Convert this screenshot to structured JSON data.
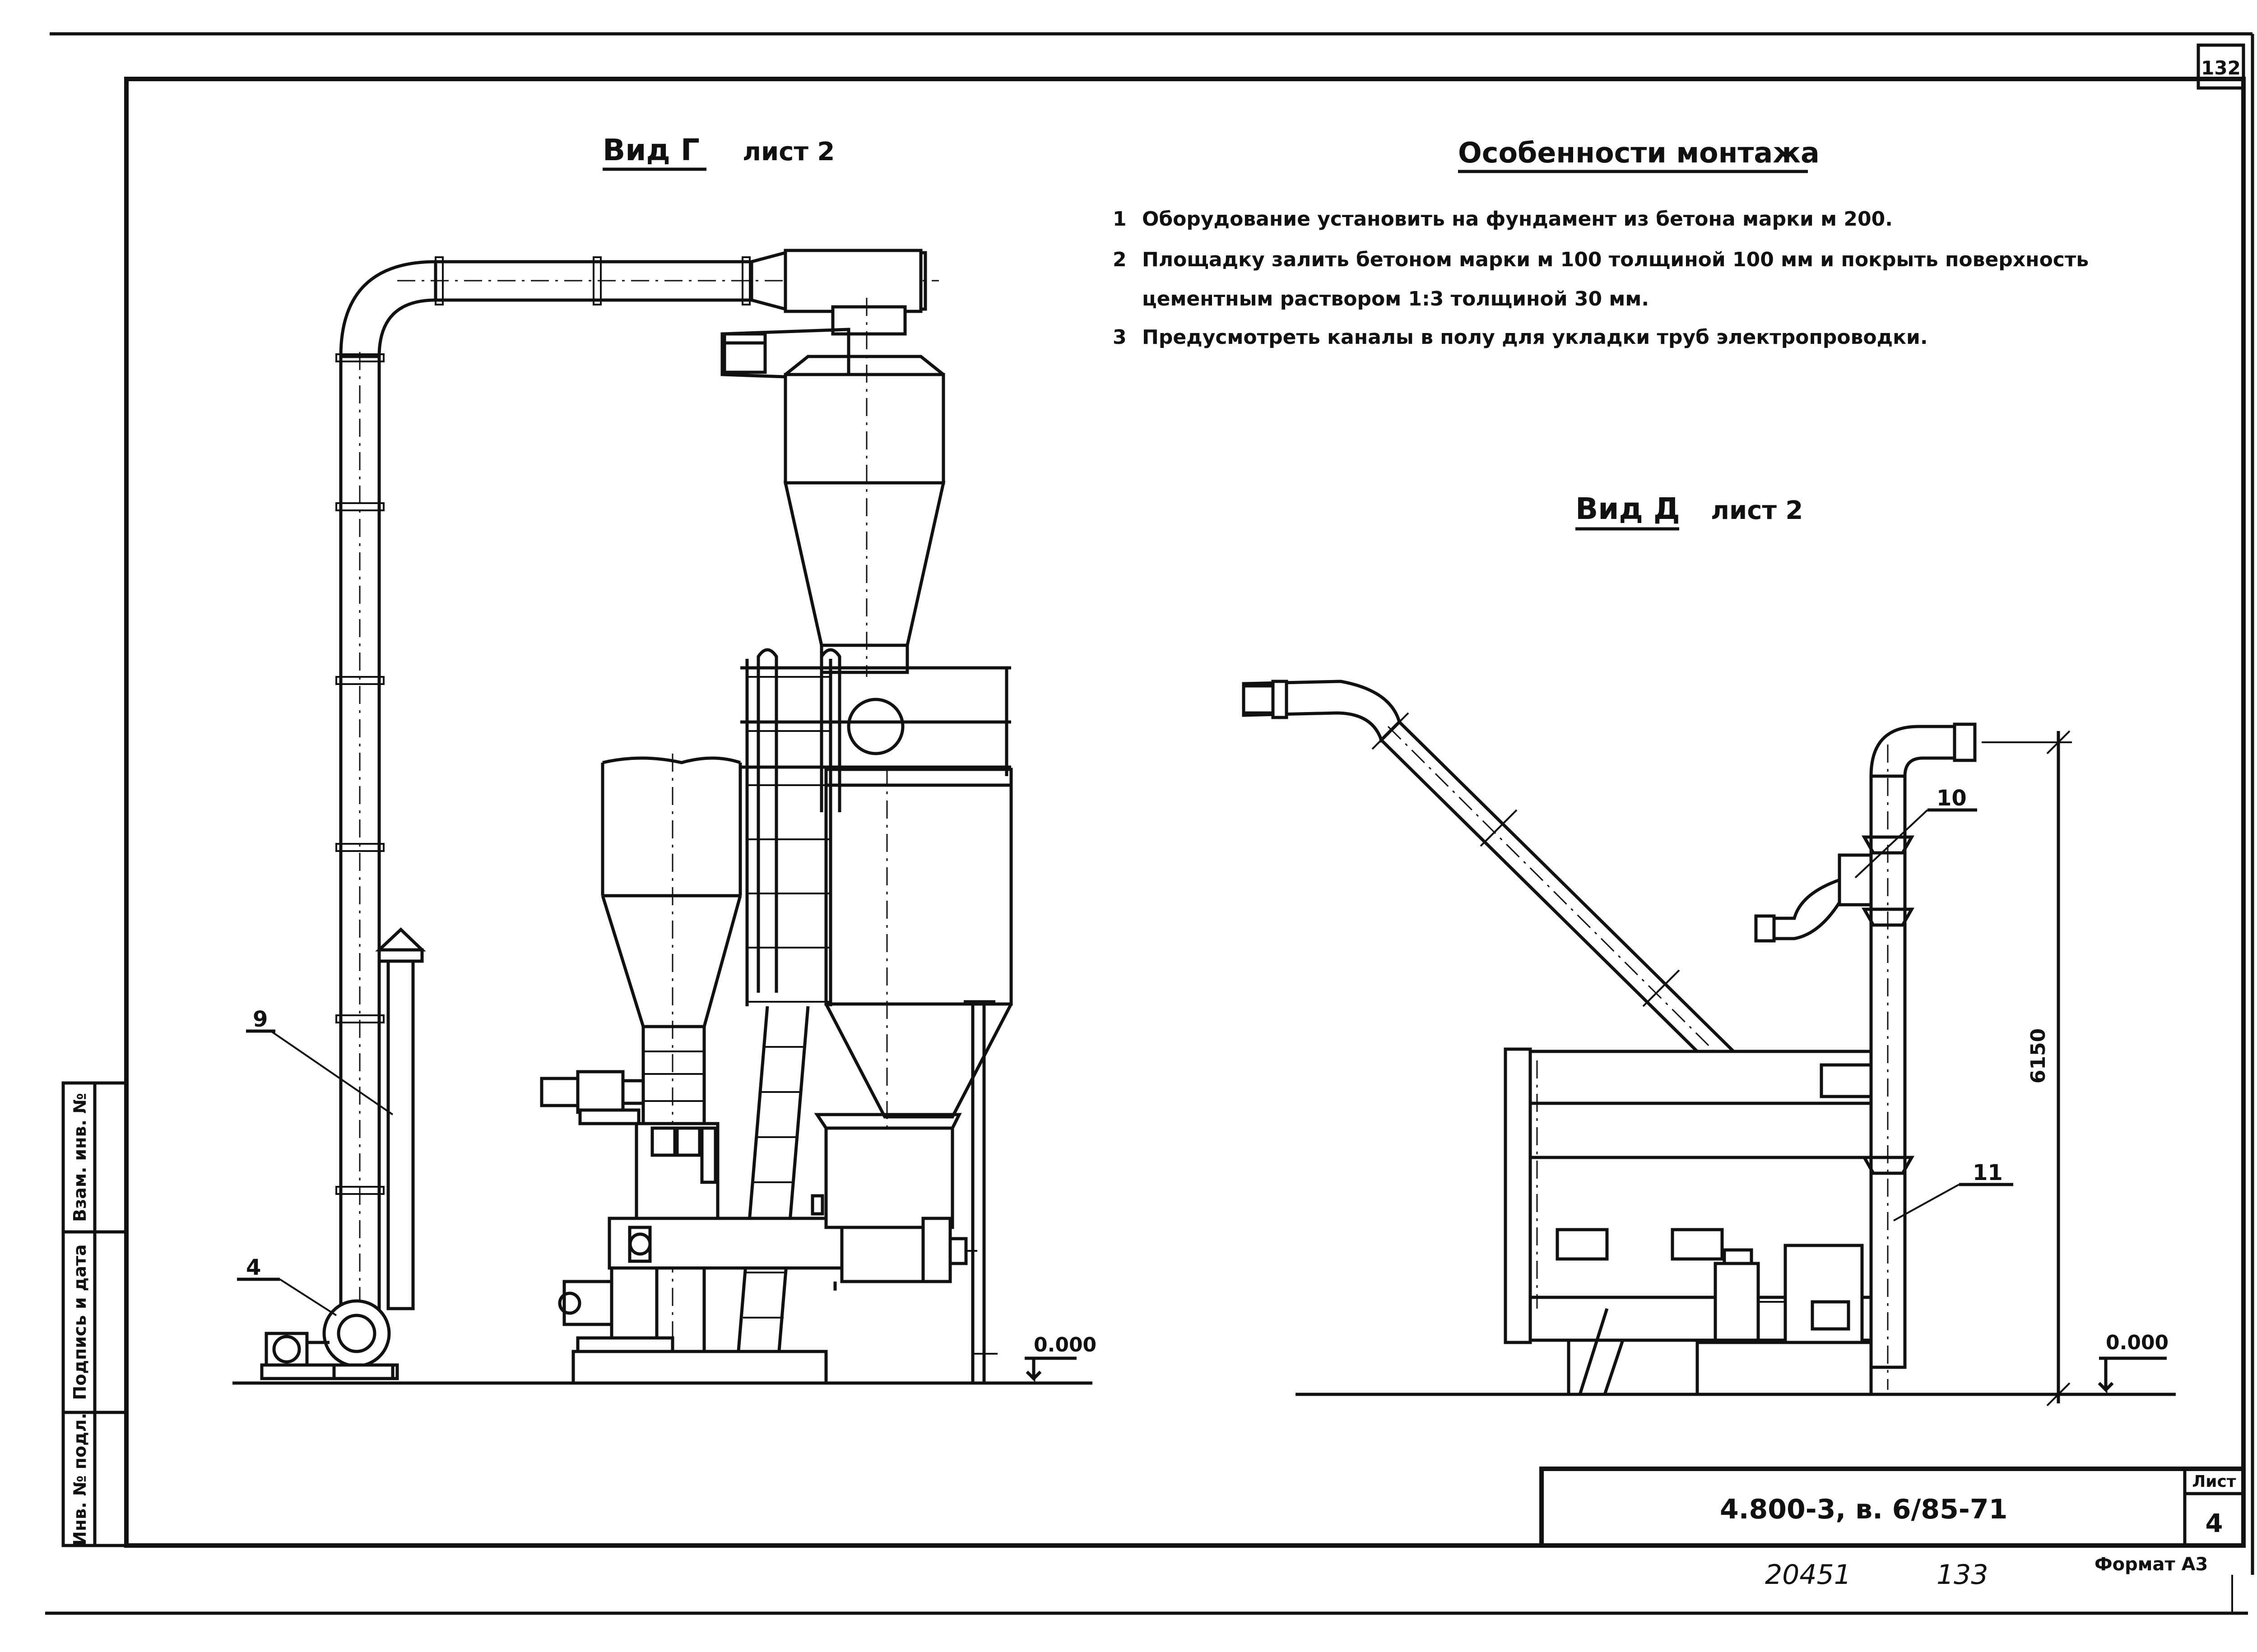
{
  "sheet_number": "132",
  "view_g": {
    "title": "Вид Г",
    "ref": "лист 2"
  },
  "view_d": {
    "title": "Вид Д",
    "ref": "лист 2"
  },
  "notes": {
    "title": "Особенности монтажа",
    "items": [
      {
        "num": "1",
        "text": "Оборудование установить на фундамент из бетона марки м 200."
      },
      {
        "num": "2",
        "text": "Площадку залить бетоном марки м 100 толщиной 100 мм и покрыть поверхность"
      },
      {
        "num": "",
        "text": "цементным раствором 1:3 толщиной 30 мм."
      },
      {
        "num": "3",
        "text": "Предусмотреть каналы в полу для укладки труб электропроводки."
      }
    ]
  },
  "callouts": {
    "c9": "9",
    "c4": "4",
    "c10": "10",
    "c11": "11"
  },
  "levels": {
    "left": "0.000",
    "right": "0.000"
  },
  "dimension": {
    "height": "6150"
  },
  "side_stamp": {
    "col1": "Инв. № подл.",
    "col2": "Подпись и дата",
    "col3": "Взам. инв. №"
  },
  "title_block": {
    "designation": "4.800-3,  в. 6/85-71",
    "sheet_label": "Лист",
    "sheet_value": "4"
  },
  "footer": {
    "hand_num1": "20451",
    "hand_num2": "133",
    "format": "Формат А3"
  }
}
